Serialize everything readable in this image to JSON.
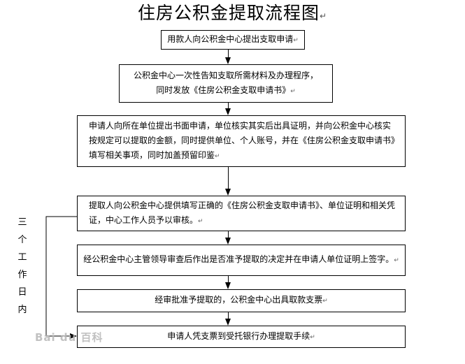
{
  "title": "住房公积金提取流程图",
  "steps": [
    "用款人向公积金中心提出支取申请",
    "公积金中心一次性告知支取所需材料及办理程序，\n同时发放《住房公积金支取申请书》",
    "申请人向所在单位提出书面申请，单位核实其实后出具证明，并向公积金中心核实按规定可以提取的金额，同时提供单位、个人账号，并在《住房公积金支取申请书》填写相关事项，同时加盖预留印鉴",
    "提取人向公积金中心提供填写正确的《住房公积金支取申请书》、单位证明和相关凭证，中心工作人员予以审核。",
    "经公积金中心主管领导审查后作出是否准予提取的决定并在申请人单位证明上签字。",
    "经审批准予提取的，公积金中心出具取款支票",
    "申请人凭支票到受托银行办理提取手续"
  ],
  "side_label": [
    "三",
    "个",
    "工",
    "作",
    "日",
    "内"
  ],
  "watermark": "Bai du 百科",
  "paragraph_mark": "↵"
}
